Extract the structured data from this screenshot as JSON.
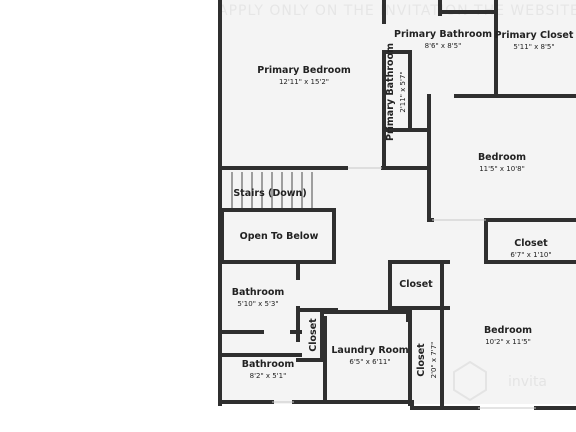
{
  "watermark": "APPLY ONLY ON THE INVITATION THE WEBSITE",
  "logo_text": "invita",
  "rooms": {
    "primary_bedroom": {
      "name": "Primary Bedroom",
      "dims": "12'11\" x 15'2\""
    },
    "primary_bathroom": {
      "name": "Primary Bathroom",
      "dims": "8'6\" x 8'5\""
    },
    "primary_closet": {
      "name": "Primary Closet",
      "dims": "5'11\" x 8'5\""
    },
    "primary_bathroom_small": {
      "name": "Primary Bathroom",
      "dims": "2'11\" x 5'7\""
    },
    "bedroom_right": {
      "name": "Bedroom",
      "dims": "11'5\" x 10'8\""
    },
    "stairs": {
      "name": "Stairs (Down)"
    },
    "open_to_below": {
      "name": "Open To Below"
    },
    "closet_right": {
      "name": "Closet",
      "dims": "6'7\" x 1'10\""
    },
    "closet_mid": {
      "name": "Closet"
    },
    "bathroom_upper": {
      "name": "Bathroom",
      "dims": "5'10\" x 5'3\""
    },
    "closet_vertical": {
      "name": "Closet"
    },
    "laundry_room": {
      "name": "Laundry Room",
      "dims": "6'5\" x 6'11\""
    },
    "closet_vertical_dim": {
      "name": "Closet",
      "dims": "2'0\" x 7'7\""
    },
    "bedroom_bottom": {
      "name": "Bedroom",
      "dims": "10'2\" x 11'5\""
    },
    "bathroom_lower": {
      "name": "Bathroom",
      "dims": "8'2\" x 5'1\""
    }
  }
}
